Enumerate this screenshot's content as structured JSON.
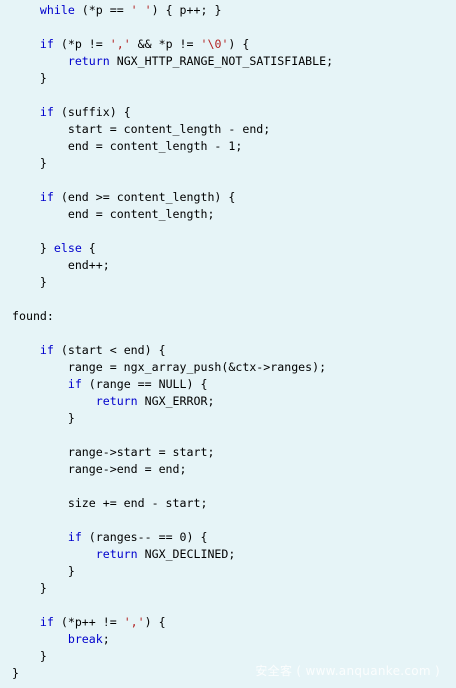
{
  "editor": {
    "background_color": "#e6f4f7",
    "keyword_color": "#0000cd",
    "string_color": "#b22222",
    "text_color": "#000000"
  },
  "code_lines": [
    [
      {
        "t": "    ",
        "c": "plain"
      },
      {
        "t": "while",
        "c": "kw"
      },
      {
        "t": " (*p == ",
        "c": "plain"
      },
      {
        "t": "' '",
        "c": "str"
      },
      {
        "t": ") { p++; }",
        "c": "plain"
      }
    ],
    [],
    [
      {
        "t": "    ",
        "c": "plain"
      },
      {
        "t": "if",
        "c": "kw"
      },
      {
        "t": " (*p != ",
        "c": "plain"
      },
      {
        "t": "','",
        "c": "str"
      },
      {
        "t": " && *p != ",
        "c": "plain"
      },
      {
        "t": "'\\0'",
        "c": "str"
      },
      {
        "t": ") {",
        "c": "plain"
      }
    ],
    [
      {
        "t": "        ",
        "c": "plain"
      },
      {
        "t": "return",
        "c": "kw"
      },
      {
        "t": " NGX_HTTP_RANGE_NOT_SATISFIABLE;",
        "c": "plain"
      }
    ],
    [
      {
        "t": "    }",
        "c": "plain"
      }
    ],
    [],
    [
      {
        "t": "    ",
        "c": "plain"
      },
      {
        "t": "if",
        "c": "kw"
      },
      {
        "t": " (suffix) {",
        "c": "plain"
      }
    ],
    [
      {
        "t": "        start = content_length - end;",
        "c": "plain"
      }
    ],
    [
      {
        "t": "        end = content_length - 1;",
        "c": "plain"
      }
    ],
    [
      {
        "t": "    }",
        "c": "plain"
      }
    ],
    [],
    [
      {
        "t": "    ",
        "c": "plain"
      },
      {
        "t": "if",
        "c": "kw"
      },
      {
        "t": " (end >= content_length) {",
        "c": "plain"
      }
    ],
    [
      {
        "t": "        end = content_length;",
        "c": "plain"
      }
    ],
    [],
    [
      {
        "t": "    } ",
        "c": "plain"
      },
      {
        "t": "else",
        "c": "kw"
      },
      {
        "t": " {",
        "c": "plain"
      }
    ],
    [
      {
        "t": "        end++;",
        "c": "plain"
      }
    ],
    [
      {
        "t": "    }",
        "c": "plain"
      }
    ],
    [],
    [
      {
        "t": "found:",
        "c": "plain"
      }
    ],
    [],
    [
      {
        "t": "    ",
        "c": "plain"
      },
      {
        "t": "if",
        "c": "kw"
      },
      {
        "t": " (start < end) {",
        "c": "plain"
      }
    ],
    [
      {
        "t": "        range = ngx_array_push(&ctx->ranges);",
        "c": "plain"
      }
    ],
    [
      {
        "t": "        ",
        "c": "plain"
      },
      {
        "t": "if",
        "c": "kw"
      },
      {
        "t": " (range == NULL) {",
        "c": "plain"
      }
    ],
    [
      {
        "t": "            ",
        "c": "plain"
      },
      {
        "t": "return",
        "c": "kw"
      },
      {
        "t": " NGX_ERROR;",
        "c": "plain"
      }
    ],
    [
      {
        "t": "        }",
        "c": "plain"
      }
    ],
    [],
    [
      {
        "t": "        range->start = start;",
        "c": "plain"
      }
    ],
    [
      {
        "t": "        range->end = end;",
        "c": "plain"
      }
    ],
    [],
    [
      {
        "t": "        size += end - start;",
        "c": "plain"
      }
    ],
    [],
    [
      {
        "t": "        ",
        "c": "plain"
      },
      {
        "t": "if",
        "c": "kw"
      },
      {
        "t": " (ranges-- == 0) {",
        "c": "plain"
      }
    ],
    [
      {
        "t": "            ",
        "c": "plain"
      },
      {
        "t": "return",
        "c": "kw"
      },
      {
        "t": " NGX_DECLINED;",
        "c": "plain"
      }
    ],
    [
      {
        "t": "        }",
        "c": "plain"
      }
    ],
    [
      {
        "t": "    }",
        "c": "plain"
      }
    ],
    [],
    [
      {
        "t": "    ",
        "c": "plain"
      },
      {
        "t": "if",
        "c": "kw"
      },
      {
        "t": " (*p++ != ",
        "c": "plain"
      },
      {
        "t": "','",
        "c": "str"
      },
      {
        "t": ") {",
        "c": "plain"
      }
    ],
    [
      {
        "t": "        ",
        "c": "plain"
      },
      {
        "t": "break",
        "c": "kw"
      },
      {
        "t": ";",
        "c": "plain"
      }
    ],
    [
      {
        "t": "    }",
        "c": "plain"
      }
    ],
    [
      {
        "t": "}",
        "c": "plain"
      }
    ]
  ],
  "watermark": {
    "text": "安全客 ( www.anquanke.com )"
  }
}
